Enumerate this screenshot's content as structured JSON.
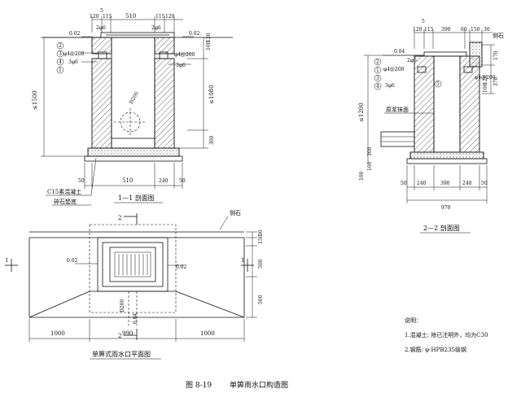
{
  "section1": {
    "title": "1—1 剖面图",
    "top_dims": [
      "5",
      "120",
      "115",
      "510",
      "115",
      "120"
    ],
    "slope_left": "0.02",
    "slope_right": "0.02",
    "rebar_top": "2φ6",
    "rebar_left": "φ4@200",
    "rebar_right": "φ4@200",
    "rebar_left_2": "3φ6",
    "rebar_right_2": "3φ6",
    "markers": [
      "1",
      "2",
      "3",
      "4"
    ],
    "left_height": "≤1500",
    "right_height": "≤1080",
    "right_small": [
      "100",
      "120"
    ],
    "pipe": "D200",
    "bottom_right": "300",
    "bottom_dims": [
      "50",
      "510",
      "240",
      "50"
    ],
    "note_1": "C15素混凝土",
    "note_2": "碎石垫底"
  },
  "section2": {
    "title": "2—2 剖面图",
    "top_dims": [
      "5",
      "120",
      "115",
      "390",
      "60",
      "150",
      "30"
    ],
    "curb": "侧石",
    "slope": "0.04",
    "rebar_top": "2φ6",
    "rebar_left": "φ4@200",
    "rebar_right": "φ4@200",
    "rebar_left_2": "3φ6",
    "markers": [
      "1",
      "2",
      "3",
      "4",
      "5"
    ],
    "right_dims": [
      "170",
      "370"
    ],
    "right_dims_2": [
      "120",
      "100"
    ],
    "height": "≤1200",
    "mortar": "原浆抹面",
    "left_bottom": [
      "100",
      "100",
      "300"
    ],
    "bottom_dims": [
      "50",
      "240",
      "390",
      "240",
      "50"
    ],
    "total": "970"
  },
  "plan": {
    "title": "单箅式雨水口平面图",
    "marker": "2",
    "section_mark": "1",
    "curb": "侧石",
    "slope_1": "0.02",
    "slope_2": "0.02",
    "pipe": "D200",
    "slope_3": "0.04",
    "right_dims": [
      "150",
      "30",
      "500",
      "500"
    ],
    "bottom_dims": [
      "1000",
      "990",
      "1000"
    ]
  },
  "notes": {
    "heading": "说明：",
    "line1": "1.混凝土: 除已注明外，均为C30",
    "line2": "2.钢筋: φ-HPB235级钢"
  },
  "caption": {
    "figure": "图 8-19",
    "text": "单箅雨水口构造图"
  }
}
